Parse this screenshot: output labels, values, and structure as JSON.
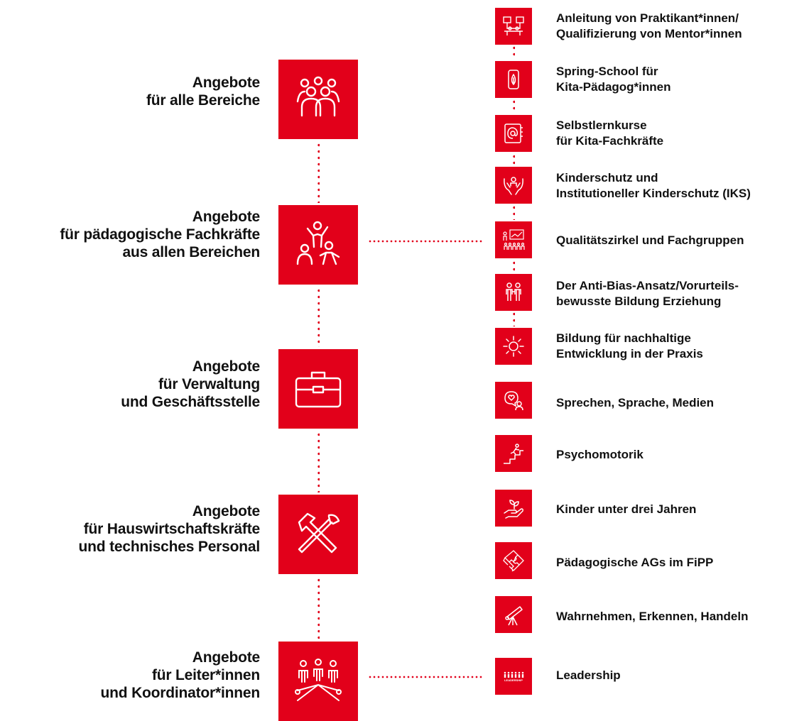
{
  "categories": [
    {
      "line1": "Angebote",
      "line2": "für alle Bereiche",
      "line3": "",
      "icon": "people-group-icon"
    },
    {
      "line1": "Angebote",
      "line2": "für pädagogische Fachkräfte",
      "line3": "aus allen Bereichen",
      "icon": "children-playing-icon"
    },
    {
      "line1": "Angebote",
      "line2": "für Verwaltung",
      "line3": "und Geschäftsstelle",
      "icon": "briefcase-icon"
    },
    {
      "line1": "Angebote",
      "line2": "für Hauswirtschaftskräfte",
      "line3": "und technisches Personal",
      "icon": "tools-icon"
    },
    {
      "line1": "Angebote",
      "line2": "für Leiter*innen",
      "line3": "und Koordinator*innen",
      "icon": "leadership-network-icon"
    }
  ],
  "items": [
    {
      "line1": "Anleitung von Praktikant*innen/",
      "line2": "Qualifizierung von Mentor*innen",
      "icon": "mentoring-icon"
    },
    {
      "line1": "Spring-School für",
      "line2": "Kita-Pädagog*innen",
      "icon": "phone-leaf-icon"
    },
    {
      "line1": "Selbstlernkurse",
      "line2": "für Kita-Fachkräfte",
      "icon": "at-notebook-icon"
    },
    {
      "line1": "Kinderschutz und",
      "line2": "Institutioneller Kinderschutz (IKS)",
      "icon": "protecting-hands-icon"
    },
    {
      "line1": "Qualitätszirkel und Fachgruppen",
      "line2": "",
      "icon": "presentation-group-icon"
    },
    {
      "line1": "Der Anti-Bias-Ansatz/Vorurteils-",
      "line2": "bewusste Bildung Erziehung",
      "icon": "two-persons-icon"
    },
    {
      "line1": "Bildung für nachhaltige",
      "line2": "Entwicklung in der Praxis",
      "icon": "sun-icon"
    },
    {
      "line1": "Sprechen, Sprache, Medien",
      "line2": "",
      "icon": "speech-heart-icon"
    },
    {
      "line1": "Psychomotorik",
      "line2": "",
      "icon": "climbing-stairs-icon"
    },
    {
      "line1": "Kinder unter drei Jahren",
      "line2": "",
      "icon": "hand-sprout-icon"
    },
    {
      "line1": "Pädagogische AGs im FiPP",
      "line2": "",
      "icon": "puzzle-icon"
    },
    {
      "line1": "Wahrnehmen, Erkennen, Handeln",
      "line2": "",
      "icon": "telescope-icon"
    },
    {
      "line1": "Leadership",
      "line2": "",
      "icon": "leadership-icon",
      "icon_text": "LEADERSHIP"
    }
  ],
  "colors": {
    "accent": "#e2001a",
    "text": "#111111"
  }
}
